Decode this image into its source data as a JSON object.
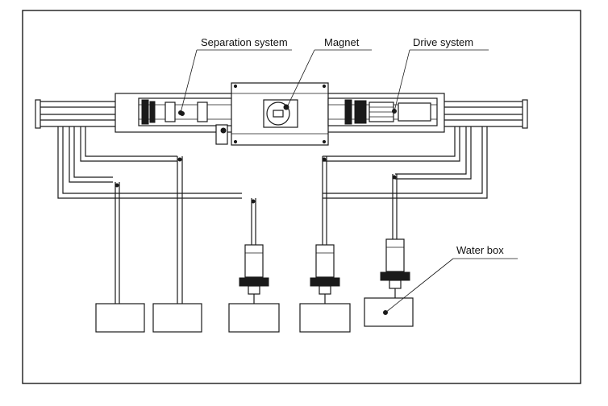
{
  "diagram": {
    "labels": {
      "separation_system": "Separation system",
      "magnet": "Magnet",
      "drive_system": "Drive system",
      "water_box": "Water box"
    },
    "water_box_count": 5,
    "colors": {
      "line": "#1a1a1a",
      "background": "#ffffff"
    }
  }
}
